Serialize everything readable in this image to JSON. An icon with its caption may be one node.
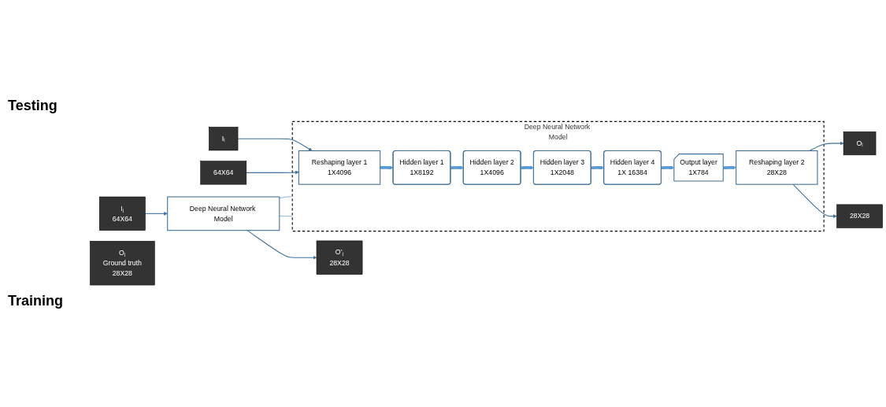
{
  "diagram": {
    "nodes": [
      {
        "text": [
          "Iⱼ",
          "64X64"
        ]
      },
      {
        "text": [
          "Deep Neural Network Model"
        ]
      },
      {
        "text": [
          "O’ⱼ",
          "28X28"
        ]
      },
      {
        "text": [
          "Oⱼ",
          "Ground truth",
          "28X28"
        ]
      },
      {
        "text": [
          "Deep Neural Network Model"
        ]
      },
      {
        "text": [
          "Iᵢ"
        ]
      },
      {
        "text": [
          "64X64"
        ]
      },
      {
        "text": [
          "Reshaping layer 1",
          "1X4096"
        ],
        "in": 4
      },
      {
        "text": [
          "Hidden layer 1",
          "1X8192"
        ],
        "in": 4
      },
      {
        "text": [
          "Hidden layer 2",
          "1X4096"
        ],
        "in": 4
      },
      {
        "text": [
          "Hidden layer 3",
          "1X2048"
        ],
        "in": 4
      },
      {
        "text": [
          "Hidden layer 4",
          "1X 16384"
        ],
        "in": 4
      },
      {
        "text": [
          "Output layer",
          "1X784"
        ],
        "in": 4
      },
      {
        "text": [
          "Reshaping layer 2",
          "28X28"
        ],
        "in": 4
      },
      {
        "text": [
          "Oᵢ"
        ]
      },
      {
        "text": [
          "28X28"
        ]
      }
    ],
    "edges": [
      {
        "from": 0,
        "to": 1,
        "arrow": "to"
      },
      {
        "from": 1,
        "to": 2,
        "arrow": "to"
      },
      {
        "from": 1,
        "to": 4,
        "arrow": "none",
        "color": "#9dc3e6"
      },
      {
        "from": 1,
        "to": 4,
        "arrow": "none",
        "color": "#9dc3e6"
      },
      {
        "from": 5,
        "to": 7,
        "arrow": "to"
      },
      {
        "from": 6,
        "to": 7,
        "arrow": "to"
      },
      {
        "from": 7,
        "to": 8,
        "arrow": "to",
        "style": "thick",
        "color": "#5b9bd5"
      },
      {
        "from": 8,
        "to": 9,
        "arrow": "to",
        "style": "thick",
        "color": "#5b9bd5"
      },
      {
        "from": 9,
        "to": 10,
        "arrow": "to",
        "style": "thick",
        "color": "#5b9bd5"
      },
      {
        "from": 10,
        "to": 11,
        "arrow": "to",
        "style": "thick",
        "color": "#5b9bd5"
      },
      {
        "from": 11,
        "to": 12,
        "arrow": "to",
        "style": "thick",
        "color": "#5b9bd5"
      },
      {
        "from": 12,
        "to": 13,
        "arrow": "to",
        "style": "thick",
        "color": "#5b9bd5"
      },
      {
        "from": 13,
        "to": 14,
        "arrow": "to"
      },
      {
        "from": 13,
        "to": 15,
        "arrow": "to"
      }
    ],
    "labels": [
      "Testing",
      "Training"
    ]
  }
}
